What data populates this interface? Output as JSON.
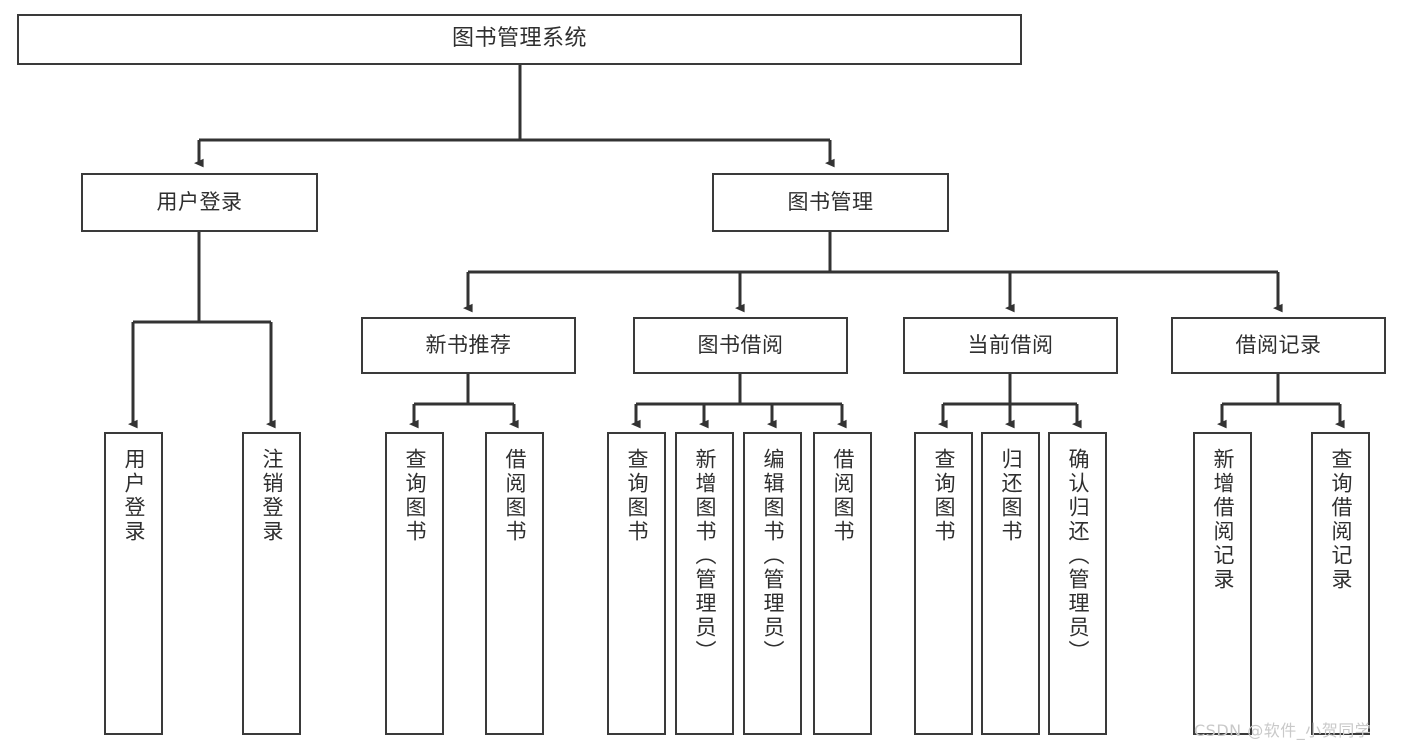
{
  "diagram": {
    "title": "图书管理系统",
    "type": "tree-hierarchy",
    "watermark": "CSDN @软件_小贺同学",
    "colors": {
      "box_border": "#3a3a3a",
      "box_fill": "#ffffff",
      "text": "#2f2f2f",
      "connector": "#333333",
      "watermark": "#c9c9c9",
      "background": "#ffffff"
    }
  },
  "nodes": {
    "root": {
      "id": "root",
      "label": "图书管理系统",
      "level": 0,
      "orientation": "horizontal"
    },
    "user_login": {
      "id": "user-login",
      "label": "用户登录",
      "level": 1,
      "orientation": "horizontal"
    },
    "book_manage": {
      "id": "book-manage",
      "label": "图书管理",
      "level": 1,
      "orientation": "horizontal"
    },
    "new_book_rec": {
      "id": "new-book-recommend",
      "label": "新书推荐",
      "level": 2,
      "orientation": "horizontal"
    },
    "book_borrow": {
      "id": "book-borrow",
      "label": "图书借阅",
      "level": 2,
      "orientation": "horizontal"
    },
    "current_borrow": {
      "id": "current-borrow",
      "label": "当前借阅",
      "level": 2,
      "orientation": "horizontal"
    },
    "borrow_record": {
      "id": "borrow-record",
      "label": "借阅记录",
      "level": 2,
      "orientation": "horizontal"
    },
    "leaf_user_login": {
      "id": "leaf-user-login",
      "label": "用户登录",
      "level": 3,
      "orientation": "vertical"
    },
    "leaf_logout": {
      "id": "leaf-logout-login",
      "label": "注销登录",
      "level": 3,
      "orientation": "vertical"
    },
    "leaf_query_book_1": {
      "id": "leaf-query-book-recommend",
      "label": "查询图书",
      "level": 3,
      "orientation": "vertical"
    },
    "leaf_borrow_book_1": {
      "id": "leaf-borrow-book-recommend",
      "label": "借阅图书",
      "level": 3,
      "orientation": "vertical"
    },
    "leaf_query_book_2": {
      "id": "leaf-query-book-borrow",
      "label": "查询图书",
      "level": 3,
      "orientation": "vertical"
    },
    "leaf_add_book": {
      "id": "leaf-add-book-admin",
      "label": "新增图书（管理员）",
      "level": 3,
      "orientation": "vertical"
    },
    "leaf_edit_book": {
      "id": "leaf-edit-book-admin",
      "label": "编辑图书（管理员）",
      "level": 3,
      "orientation": "vertical"
    },
    "leaf_borrow_book_2": {
      "id": "leaf-borrow-book-borrow",
      "label": "借阅图书",
      "level": 3,
      "orientation": "vertical"
    },
    "leaf_query_book_3": {
      "id": "leaf-query-book-current",
      "label": "查询图书",
      "level": 3,
      "orientation": "vertical"
    },
    "leaf_return_book": {
      "id": "leaf-return-book",
      "label": "归还图书",
      "level": 3,
      "orientation": "vertical"
    },
    "leaf_confirm_return": {
      "id": "leaf-confirm-return-admin",
      "label": "确认归还（管理员）",
      "level": 3,
      "orientation": "vertical"
    },
    "leaf_add_record": {
      "id": "leaf-add-borrow-record",
      "label": "新增借阅记录",
      "level": 3,
      "orientation": "vertical"
    },
    "leaf_query_record": {
      "id": "leaf-query-borrow-record",
      "label": "查询借阅记录",
      "level": 3,
      "orientation": "vertical"
    }
  },
  "edges": [
    {
      "from": "图书管理系统",
      "to": "用户登录"
    },
    {
      "from": "图书管理系统",
      "to": "图书管理"
    },
    {
      "from": "用户登录",
      "to": "用户登录"
    },
    {
      "from": "用户登录",
      "to": "注销登录"
    },
    {
      "from": "图书管理",
      "to": "新书推荐"
    },
    {
      "from": "图书管理",
      "to": "图书借阅"
    },
    {
      "from": "图书管理",
      "to": "当前借阅"
    },
    {
      "from": "图书管理",
      "to": "借阅记录"
    },
    {
      "from": "新书推荐",
      "to": "查询图书"
    },
    {
      "from": "新书推荐",
      "to": "借阅图书"
    },
    {
      "from": "图书借阅",
      "to": "查询图书"
    },
    {
      "from": "图书借阅",
      "to": "新增图书（管理员）"
    },
    {
      "from": "图书借阅",
      "to": "编辑图书（管理员）"
    },
    {
      "from": "图书借阅",
      "to": "借阅图书"
    },
    {
      "from": "当前借阅",
      "to": "查询图书"
    },
    {
      "from": "当前借阅",
      "to": "归还图书"
    },
    {
      "from": "当前借阅",
      "to": "确认归还（管理员）"
    },
    {
      "from": "借阅记录",
      "to": "新增借阅记录"
    },
    {
      "from": "借阅记录",
      "to": "查询借阅记录"
    }
  ]
}
